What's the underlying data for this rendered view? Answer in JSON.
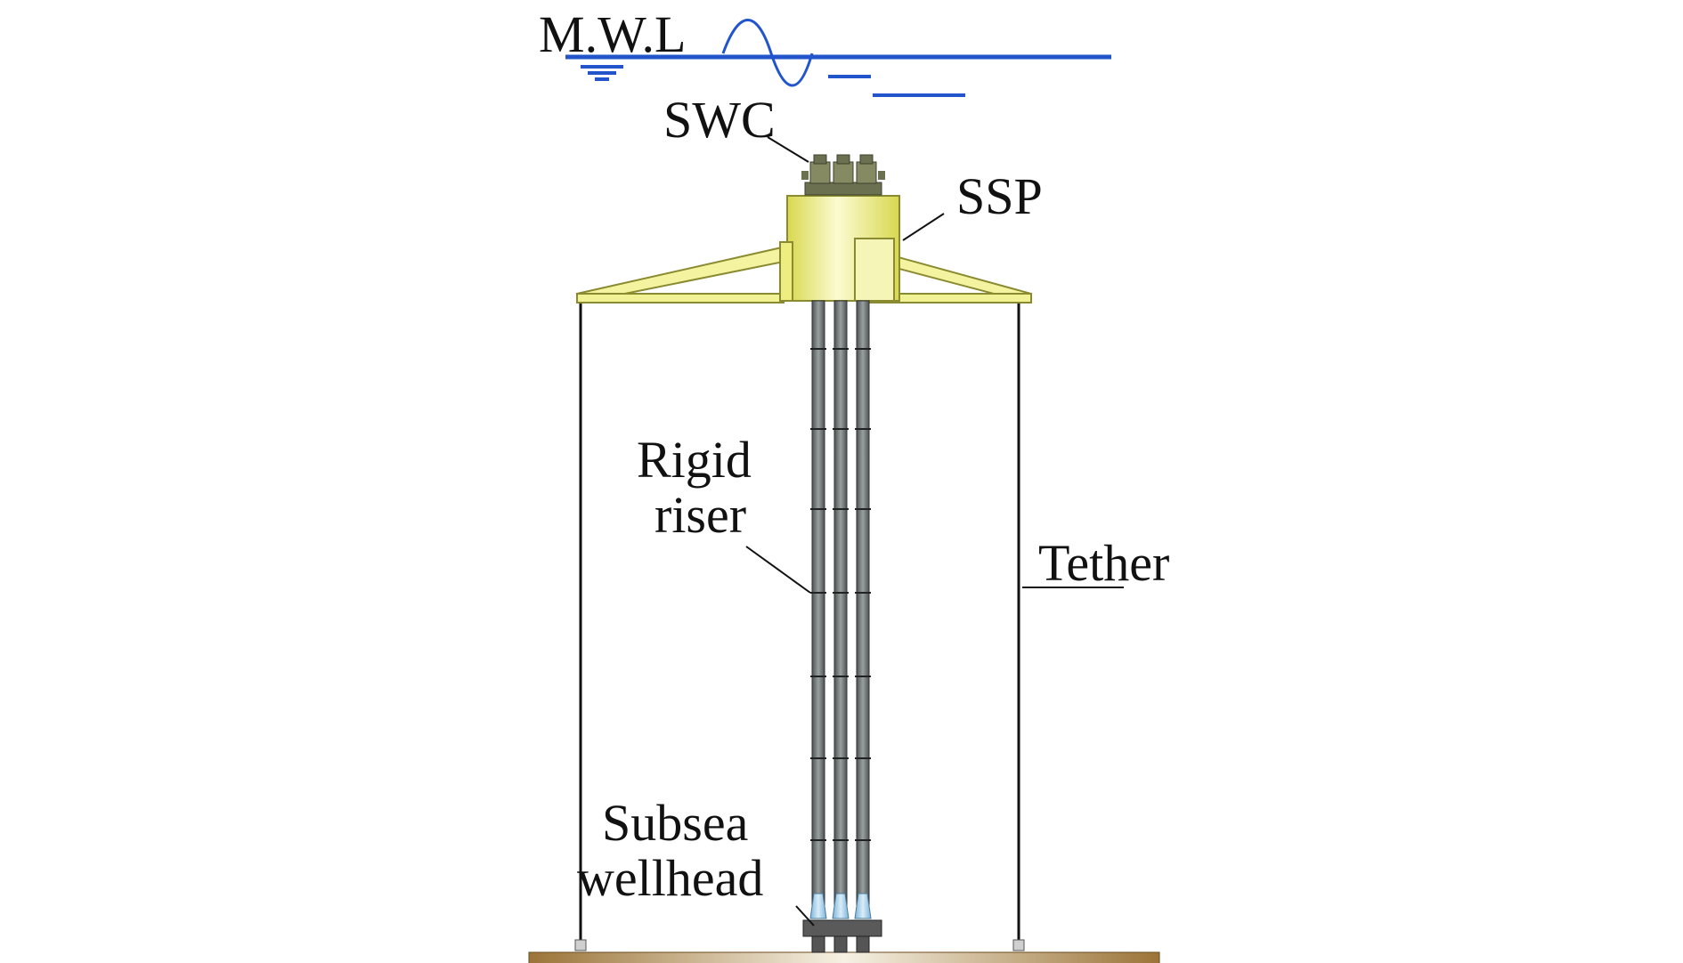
{
  "labels": {
    "mwl": "M.W.L",
    "swc": "SWC",
    "ssp": "SSP",
    "rigid": "Rigid",
    "riser": "riser",
    "tether": "Tether",
    "subsea": "Subsea",
    "wellhead": "wellhead"
  },
  "colors": {
    "water": "#2255cc",
    "platform": "#ecec70",
    "platform_edge": "#8a8a30",
    "riser": "#6b7070",
    "tether": "#111111",
    "wellhead_cap": "#9ec8e8",
    "wellhead_base": "#555555",
    "seabed": "#a0783c",
    "swc": "#6b7050"
  },
  "icons": {
    "water_level": "water-level-symbol",
    "swc_equipment": "subsea-wet-christmas-tree-icon"
  }
}
